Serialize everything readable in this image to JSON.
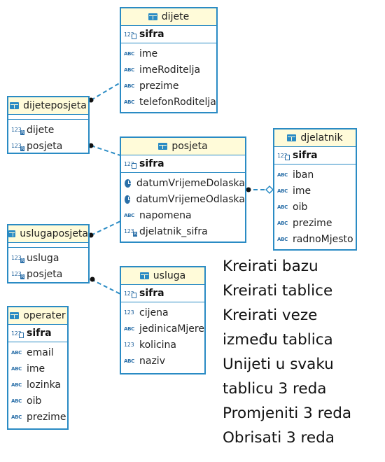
{
  "entities": {
    "dijete": {
      "name": "dijete",
      "pk": "sifra",
      "columns": [
        {
          "name": "ime",
          "icon": "text-icon"
        },
        {
          "name": "imeRoditelja",
          "icon": "text-icon"
        },
        {
          "name": "prezime",
          "icon": "text-icon"
        },
        {
          "name": "telefonRoditelja",
          "icon": "text-icon"
        }
      ]
    },
    "dijeteposjeta": {
      "name": "dijeteposjeta",
      "columns": [
        {
          "name": "dijete",
          "icon": "numeric-fk-icon"
        },
        {
          "name": "posjeta",
          "icon": "numeric-fk-icon"
        }
      ]
    },
    "posjeta": {
      "name": "posjeta",
      "pk": "sifra",
      "columns": [
        {
          "name": "datumVrijemeDolaska",
          "icon": "clock-icon"
        },
        {
          "name": "datumVrijemeOdlaska",
          "icon": "clock-icon"
        },
        {
          "name": "napomena",
          "icon": "text-icon"
        },
        {
          "name": "djelatnik_sifra",
          "icon": "numeric-fk-icon"
        }
      ]
    },
    "djelatnik": {
      "name": "djelatnik",
      "pk": "sifra",
      "columns": [
        {
          "name": "iban",
          "icon": "text-icon"
        },
        {
          "name": "ime",
          "icon": "text-icon"
        },
        {
          "name": "oib",
          "icon": "text-icon"
        },
        {
          "name": "prezime",
          "icon": "text-icon"
        },
        {
          "name": "radnoMjesto",
          "icon": "text-icon"
        }
      ]
    },
    "uslugaposjeta": {
      "name": "uslugaposjeta",
      "columns": [
        {
          "name": "usluga",
          "icon": "numeric-fk-icon"
        },
        {
          "name": "posjeta",
          "icon": "numeric-fk-icon"
        }
      ]
    },
    "usluga": {
      "name": "usluga",
      "pk": "sifra",
      "columns": [
        {
          "name": "cijena",
          "icon": "numeric-icon"
        },
        {
          "name": "jedinicaMjere",
          "icon": "text-icon"
        },
        {
          "name": "kolicina",
          "icon": "numeric-icon"
        },
        {
          "name": "naziv",
          "icon": "text-icon"
        }
      ]
    },
    "operater": {
      "name": "operater",
      "pk": "sifra",
      "columns": [
        {
          "name": "email",
          "icon": "text-icon"
        },
        {
          "name": "ime",
          "icon": "text-icon"
        },
        {
          "name": "lozinka",
          "icon": "text-icon"
        },
        {
          "name": "oib",
          "icon": "text-icon"
        },
        {
          "name": "prezime",
          "icon": "text-icon"
        }
      ]
    }
  },
  "icon_text": {
    "text": "ABC",
    "numeric": "123"
  },
  "tasks": [
    "Kreirati bazu",
    "Kreirati tablice",
    "Kreirati veze",
    "između tablica",
    "Unijeti u svaku",
    "tablicu 3 reda",
    "Promjeniti 3 reda",
    "Obrisati 3 reda"
  ],
  "colors": {
    "border": "#2a8bc4",
    "header_bg": "#fffbd9",
    "line": "#2a8bc4"
  }
}
